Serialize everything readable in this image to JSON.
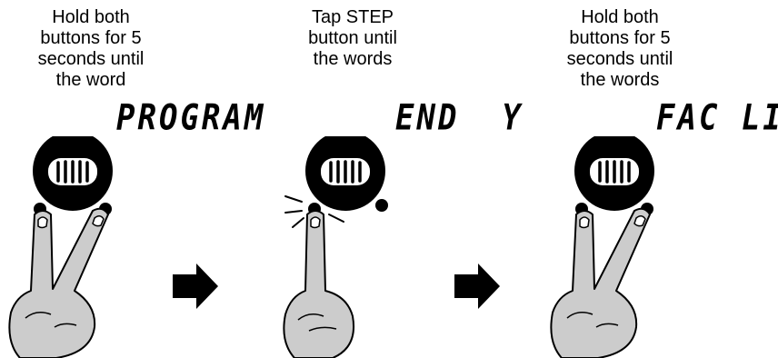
{
  "steps": [
    {
      "caption": "Hold both\nbuttons for 5\nseconds until\nthe word",
      "display": "PROGRAM",
      "gesture": "two-finger-hold",
      "hand_color": "#cccccc"
    },
    {
      "caption": "Tap STEP\nbutton until\nthe words",
      "display": "END  Y",
      "gesture": "single-finger-tap",
      "hand_color": "#cccccc"
    },
    {
      "caption": "Hold both\nbuttons for 5\nseconds until\nthe words",
      "display": "FAC LIM",
      "gesture": "two-finger-hold",
      "hand_color": "#cccccc"
    }
  ],
  "arrows": [
    {
      "icon": "right-arrow-icon",
      "color": "#000000"
    },
    {
      "icon": "right-arrow-icon",
      "color": "#000000"
    }
  ],
  "colors": {
    "ink": "#000000",
    "background": "#ffffff",
    "hand": "#cccccc"
  }
}
